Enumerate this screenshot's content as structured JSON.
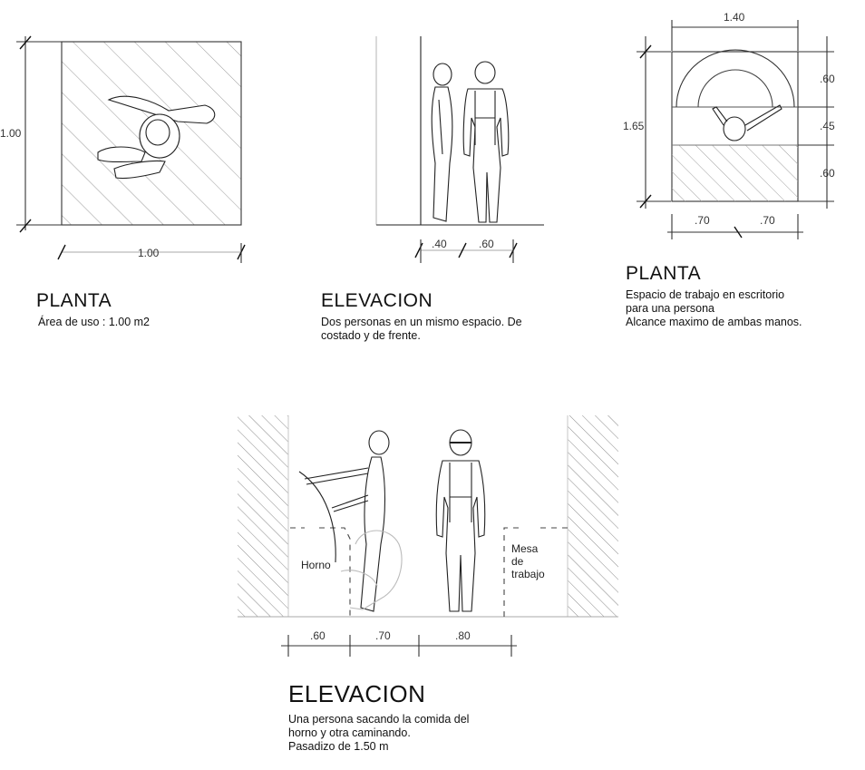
{
  "plan_area": {
    "dims": {
      "vertical": "1.00",
      "horizontal": "1.00"
    },
    "title": "PLANTA",
    "description": "Área de uso : 1.00 m2"
  },
  "elevation_two": {
    "dims": {
      "a": ".40",
      "b": ".60"
    },
    "title": "ELEVACION",
    "description": "Dos personas en un mismo espacio. De\ncostado y de frente."
  },
  "plan_desk": {
    "dims": {
      "top": "1.40",
      "left": "1.65",
      "r1": ".60",
      "r2": ".45",
      "r3": ".60",
      "b1": ".70",
      "b2": ".70"
    },
    "title": "PLANTA",
    "description": "Espacio de trabajo en escritorio\npara una persona\nAlcance maximo de ambas manos."
  },
  "elevation_kitchen": {
    "labels": {
      "oven": "Horno",
      "table": "Mesa\nde\ntrabajo"
    },
    "dims": {
      "d1": ".60",
      "d2": ".70",
      "d3": ".80"
    },
    "title": "ELEVACION",
    "description": "Una persona sacando la comida del\nhorno y otra caminando.\nPasadizo de 1.50 m"
  }
}
